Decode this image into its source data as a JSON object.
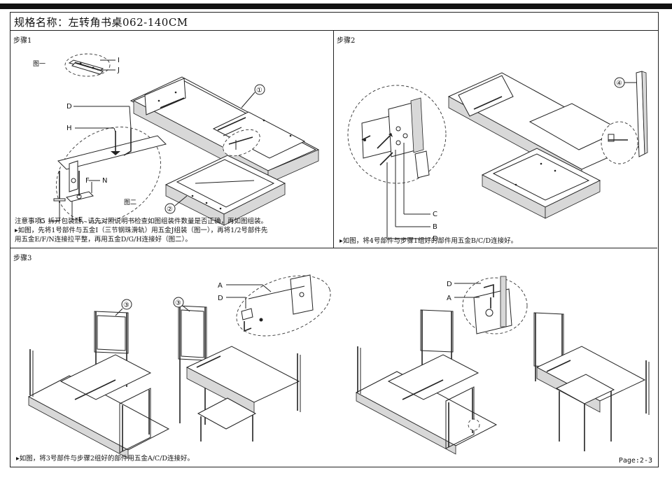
{
  "header": {
    "title": "规格名称：左转角书桌062-140CM",
    "page": "Page:2-3"
  },
  "steps": [
    {
      "label": "步骤1",
      "fig_one": "图一",
      "fig_two": "图二",
      "callouts": [
        "I",
        "J",
        "D",
        "H",
        "F",
        "N",
        "G",
        "E"
      ],
      "part_numbers": [
        "①",
        "②"
      ],
      "notes": [
        "注意事项：拆开包装后，请先对照说明书检查如图组装件数量是否正确，再如图组装。",
        "▸如图，先将1号部件与五金I（三节钢珠滑轨）用五金J组装（图一），再将1/2号部件先",
        "用五金E/F/N连接拉平整，再用五金D/G/H连接好（图二）。"
      ]
    },
    {
      "label": "步骤2",
      "callouts": [
        "C",
        "B",
        "D"
      ],
      "part_numbers": [
        "④"
      ],
      "note": "▸如图，将4号部件与步骤1组好的部件用五金B/C/D连接好。"
    },
    {
      "label": "步骤3",
      "callouts": [
        "A",
        "D",
        "D",
        "A"
      ],
      "part_numbers": [
        "③",
        "③"
      ],
      "note": "▸如图，将3号部件与步骤2组好的部件用五金A/C/D连接好。"
    }
  ]
}
